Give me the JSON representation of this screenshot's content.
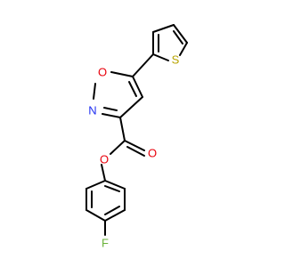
{
  "molecule": {
    "atoms": {
      "sulfur": "S",
      "ring_oxygen": "O",
      "ring_nitrogen": "N",
      "ester_oxygen": "O",
      "carbonyl_oxygen": "O",
      "fluorine": "F"
    },
    "colors": {
      "bond": "#000000",
      "S": "#b8a400",
      "O": "#e8000b",
      "N": "#1f2ff0",
      "F": "#6ab33a"
    }
  }
}
